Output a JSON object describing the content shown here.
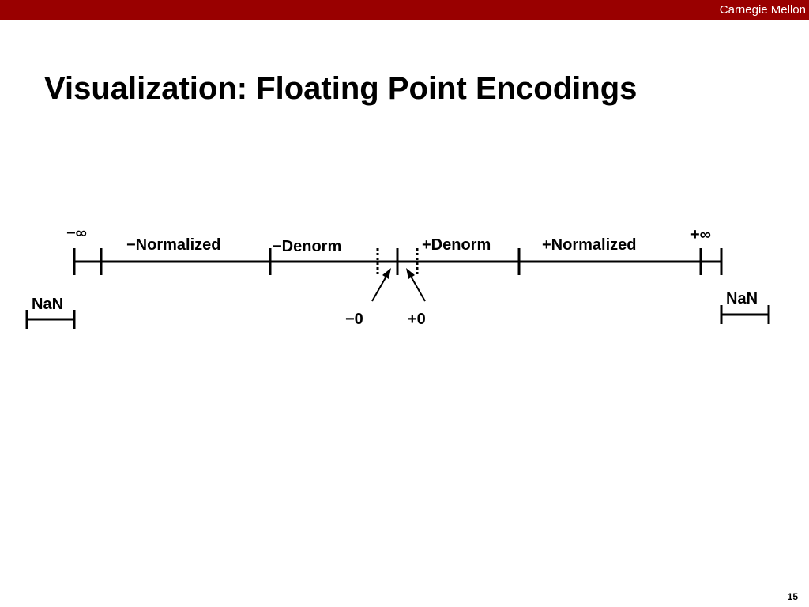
{
  "header": {
    "brand": "Carnegie Mellon",
    "bar_color": "#990000"
  },
  "slide": {
    "title": "Visualization: Floating Point Encodings",
    "page_number": "15"
  },
  "diagram": {
    "labels": {
      "neg_infinity": "−∞",
      "pos_infinity": "+∞",
      "neg_normalized": "−Normalized",
      "neg_denorm": "−Denorm",
      "pos_denorm": "+Denorm",
      "pos_normalized": "+Normalized",
      "nan_left": "NaN",
      "nan_right": "NaN",
      "neg_zero": "−0",
      "pos_zero": "+0"
    }
  }
}
